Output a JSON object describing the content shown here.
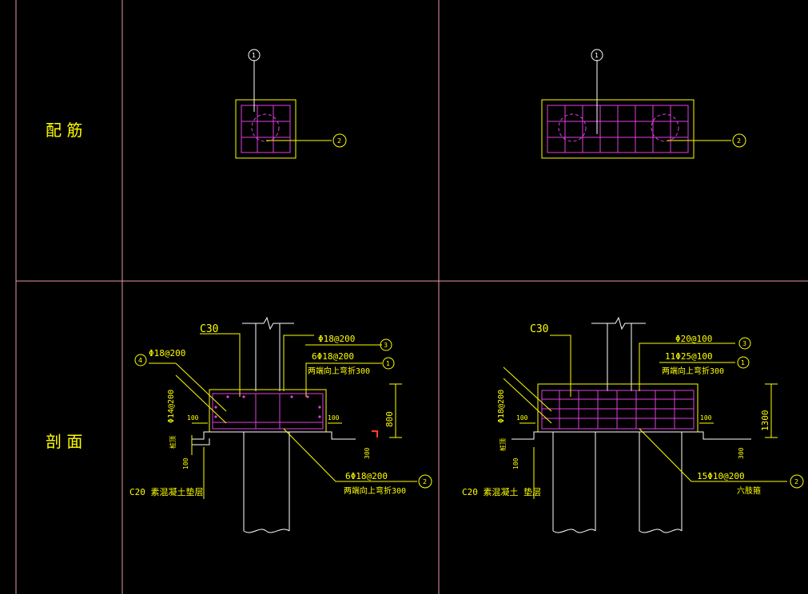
{
  "row_labels": {
    "reinforcement": "配 筋",
    "section": "剖 面"
  },
  "colors": {
    "grid": "#e79aa2",
    "outline": "#ffff00",
    "rebar": "#e040e0",
    "text": "#ffff00",
    "white": "#ffffff",
    "background": "#000000"
  },
  "bubbles": [
    "1",
    "2",
    "3",
    "1",
    "4"
  ],
  "left_section": {
    "concrete": "C30",
    "top_bar_a": "Φ18@200",
    "top_bar_b": "6Φ18@200",
    "top_note": "两端向上弯折300",
    "side_bar_a": "Φ18@200",
    "side_bar_b": "Φ14@200",
    "dim_100_a": "100",
    "dim_100_b": "100",
    "dim_100_c": "100",
    "dim_300": "300",
    "dim_height": "800",
    "bottom_bar": "6Φ18@200",
    "bottom_note": "两端向上弯折300",
    "base_note": "C20 素混凝土垫层",
    "pile_label": "桩顶"
  },
  "right_section": {
    "concrete": "C30",
    "top_bar_a": "Φ20@100",
    "top_bar_b": "11Φ25@100",
    "top_note": "两端向上弯折300",
    "side_bar": "Φ18@200",
    "dim_100_a": "100",
    "dim_100_b": "100",
    "dim_100_c": "100",
    "dim_300": "300",
    "dim_height": "1300",
    "bottom_bar": "15Φ10@200",
    "bottom_note": "六肢箍",
    "base_note": "C20 素混凝土 垫层",
    "pile_label": "桩顶"
  }
}
